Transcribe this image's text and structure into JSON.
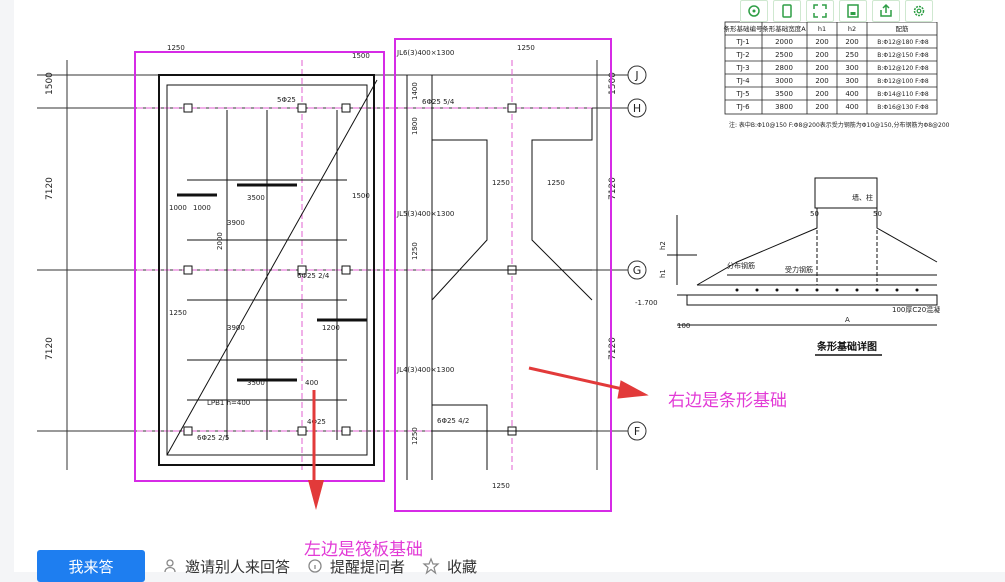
{
  "annotations": {
    "right_label": "右边是条形基础",
    "left_label": "左边是筏板基础"
  },
  "actions": {
    "answer_label": "我来答",
    "invite_label": "邀请别人来回答",
    "remind_label": "提醒提问者",
    "favorite_label": "收藏"
  },
  "toolbar": {
    "icons": [
      "refresh-icon",
      "copy-icon",
      "fullscreen-icon",
      "save-icon",
      "share-icon",
      "settings-icon"
    ]
  },
  "drawing": {
    "axis_labels": [
      "J",
      "H",
      "G",
      "F"
    ],
    "left_dims": [
      "1500",
      "7120",
      "7120"
    ],
    "right_dims": [
      "1500",
      "7120",
      "7120"
    ],
    "table": {
      "headers": [
        "条形基础编号",
        "条形基础宽度A",
        "h1",
        "h2",
        "配筋"
      ],
      "rows": [
        [
          "TJ-1",
          "2000",
          "200",
          "200",
          "B:Φ12@180 F:Φ8"
        ],
        [
          "TJ-2",
          "2500",
          "200",
          "250",
          "B:Φ12@150 F:Φ8"
        ],
        [
          "TJ-3",
          "2800",
          "200",
          "300",
          "B:Φ12@120 F:Φ8"
        ],
        [
          "TJ-4",
          "3000",
          "200",
          "300",
          "B:Φ12@100 F:Φ8"
        ],
        [
          "TJ-5",
          "3500",
          "200",
          "400",
          "B:Φ14@110 F:Φ8"
        ],
        [
          "TJ-6",
          "3800",
          "200",
          "400",
          "B:Φ16@130 F:Φ8"
        ]
      ],
      "note": "注: 表中B:Φ10@150 F:Φ8@200表示受力钢筋为Φ10@150,分布钢筋为Φ8@200"
    },
    "detail_title": "条形基础详图",
    "detail_labels": {
      "wall": "墙、柱",
      "dist_bar": "分布钢筋",
      "force_bar": "受力钢筋",
      "elev": "-1.700",
      "cushion": "100厚C20混凝",
      "a": "A",
      "h1": "h1",
      "h2": "h2",
      "d100": "100",
      "d50a": "50",
      "d50b": "50"
    },
    "raft_texts": [
      "1250",
      "1500",
      "1500",
      "3500",
      "3900",
      "2000",
      "1200",
      "3900",
      "3500",
      "1000",
      "1000",
      "1250",
      "400",
      "4Φ25",
      "5Φ25",
      "6Φ25 2/5",
      "6Φ25 2/4",
      "LPB1 h=400"
    ],
    "strip_texts": [
      "1250",
      "1250",
      "1250",
      "1250",
      "1400",
      "1800",
      "1250",
      "1250",
      "JL6(3)400×1300",
      "JL5(3)400×1300",
      "JL4(3)400×1300",
      "6Φ25 4/2",
      "6Φ25 5/4"
    ]
  }
}
